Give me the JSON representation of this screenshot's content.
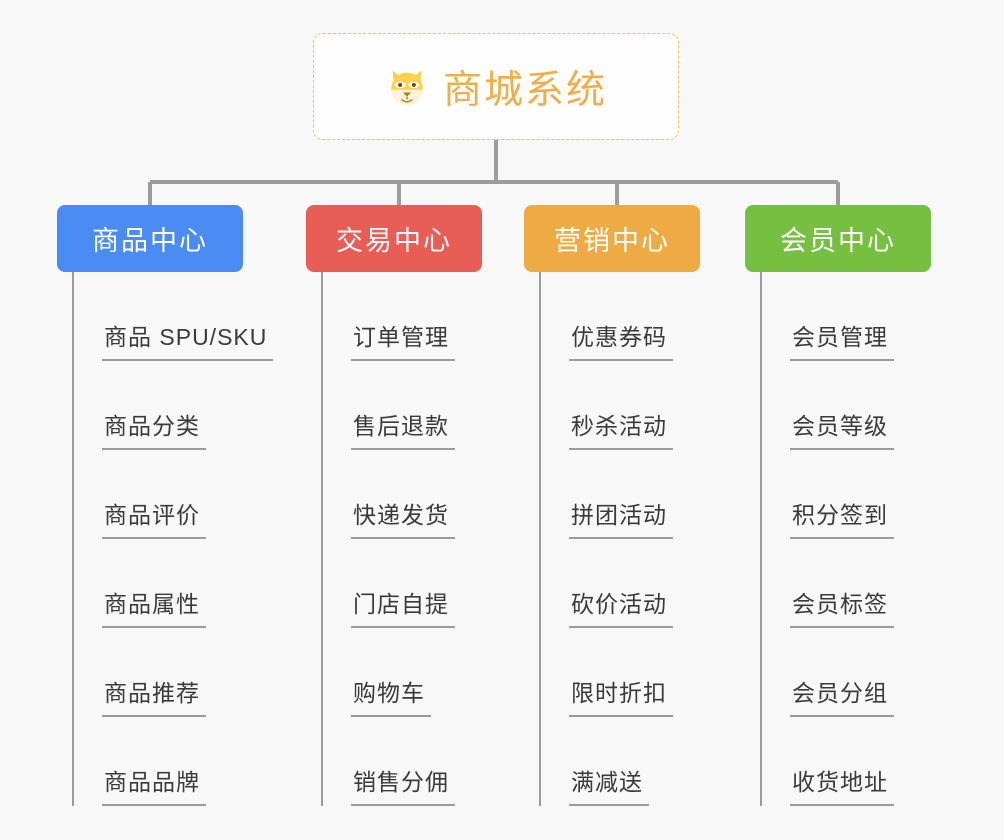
{
  "canvas": {
    "background": "#f8f8f8",
    "line_color": "#9b9b9b"
  },
  "root": {
    "title": "商城系统",
    "icon": "dog-face-icon",
    "text_color": "#eeae49",
    "border_color": "#efbc5e",
    "background": "#fefefe"
  },
  "branches": [
    {
      "title": "商品中心",
      "color": "#4a8cf2",
      "items": [
        "商品 SPU/SKU",
        "商品分类",
        "商品评价",
        "商品属性",
        "商品推荐",
        "商品品牌"
      ]
    },
    {
      "title": "交易中心",
      "color": "#e85d55",
      "items": [
        "订单管理",
        "售后退款",
        "快递发货",
        "门店自提",
        "购物车",
        "销售分佣"
      ]
    },
    {
      "title": "营销中心",
      "color": "#eeab44",
      "items": [
        "优惠券码",
        "秒杀活动",
        "拼团活动",
        "砍价活动",
        "限时折扣",
        "满减送"
      ]
    },
    {
      "title": "会员中心",
      "color": "#76bf40",
      "items": [
        "会员管理",
        "会员等级",
        "积分签到",
        "会员标签",
        "会员分组",
        "收货地址"
      ]
    }
  ]
}
